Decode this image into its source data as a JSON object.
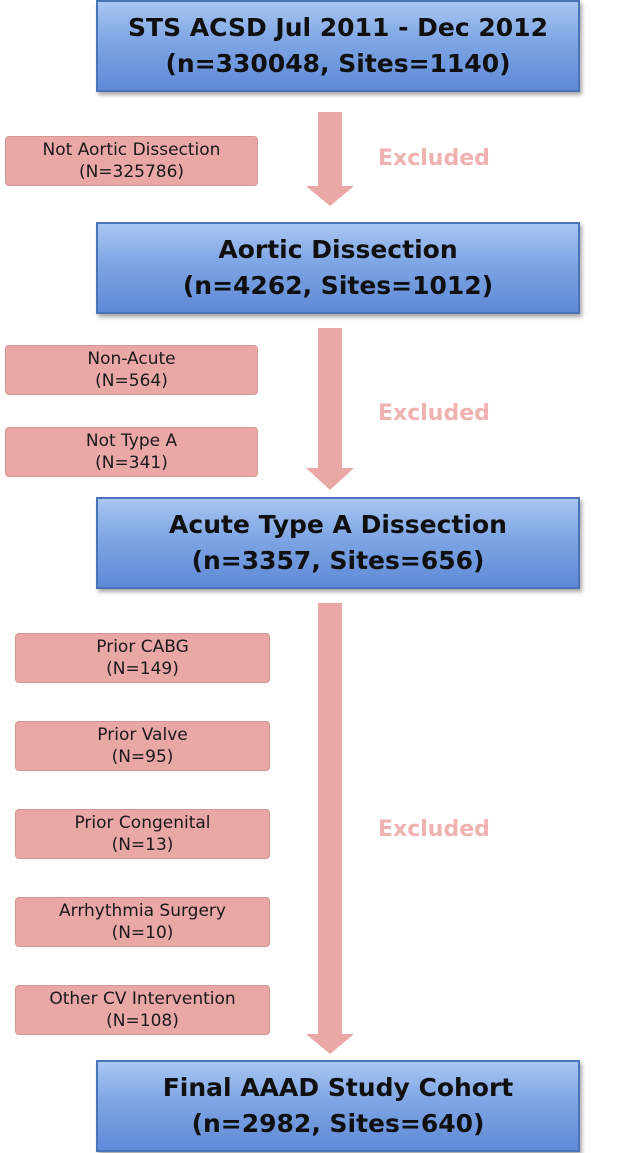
{
  "steps": [
    {
      "title": "STS ACSD Jul 2011 - Dec 2012",
      "counts": "(n=330048, Sites=1140)"
    },
    {
      "title": "Aortic Dissection",
      "counts": "(n=4262, Sites=1012)"
    },
    {
      "title": "Acute Type A Dissection",
      "counts": "(n=3357, Sites=656)"
    },
    {
      "title": "Final AAAD Study Cohort",
      "counts": "(n=2982, Sites=640)"
    }
  ],
  "exclusion_label": "Excluded",
  "exclusion_groups": [
    {
      "items": [
        {
          "label": "Not Aortic Dissection",
          "count": "(N=325786)"
        }
      ]
    },
    {
      "items": [
        {
          "label": "Non-Acute",
          "count": "(N=564)"
        },
        {
          "label": "Not Type A",
          "count": "(N=341)"
        }
      ]
    },
    {
      "items": [
        {
          "label": "Prior CABG",
          "count": "(N=149)"
        },
        {
          "label": "Prior Valve",
          "count": "(N=95)"
        },
        {
          "label": "Prior Congenital",
          "count": "(N=13)"
        },
        {
          "label": "Arrhythmia Surgery",
          "count": "(N=10)"
        },
        {
          "label": "Other CV Intervention",
          "count": "(N=108)"
        }
      ]
    }
  ],
  "colors": {
    "main_box": "#7ea5e4",
    "main_border": "#4a73b8",
    "exclusion_box": "#e9a7a5",
    "arrow": "#e9a7a5",
    "excluded_text": "#efb2b0"
  }
}
